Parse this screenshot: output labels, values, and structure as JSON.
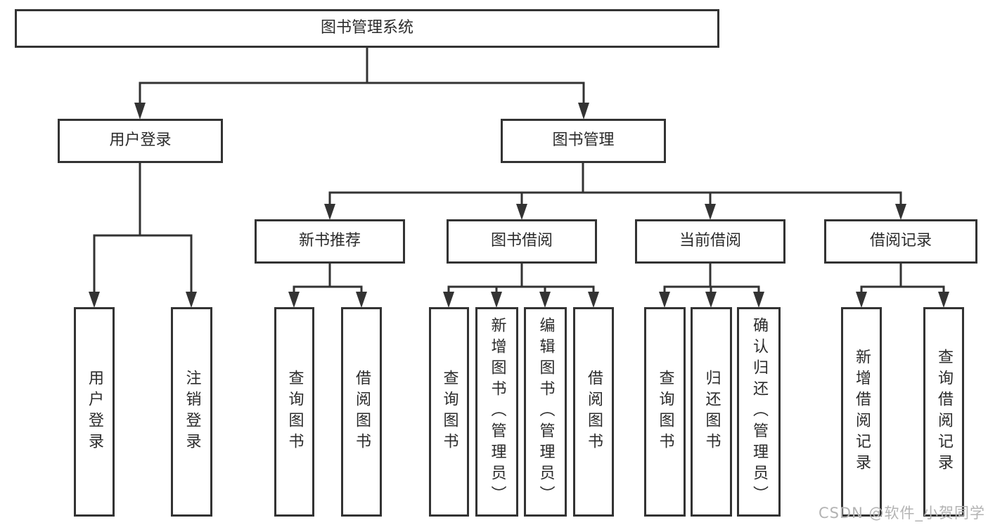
{
  "tree": {
    "root": {
      "label": "图书管理系统"
    },
    "branches": [
      {
        "label": "用户登录",
        "children": [
          {
            "label": "用户登录"
          },
          {
            "label": "注销登录"
          }
        ]
      },
      {
        "label": "图书管理",
        "children": [
          {
            "label": "新书推荐",
            "children": [
              {
                "label": "查询图书"
              },
              {
                "label": "借阅图书"
              }
            ]
          },
          {
            "label": "图书借阅",
            "children": [
              {
                "label": "查询图书"
              },
              {
                "label": "新增图书（管理员）"
              },
              {
                "label": "编辑图书（管理员）"
              },
              {
                "label": "借阅图书"
              }
            ]
          },
          {
            "label": "当前借阅",
            "children": [
              {
                "label": "查询图书"
              },
              {
                "label": "归还图书"
              },
              {
                "label": "确认归还（管理员）"
              }
            ]
          },
          {
            "label": "借阅记录",
            "children": [
              {
                "label": "新增借阅记录"
              },
              {
                "label": "查询借阅记录"
              }
            ]
          }
        ]
      }
    ]
  },
  "watermark": {
    "text": "CSDN @软件_小贺同学"
  },
  "colors": {
    "line": "#333333",
    "text": "#2b2b2b",
    "background": "#ffffff",
    "watermark": "#b3b3b3"
  }
}
